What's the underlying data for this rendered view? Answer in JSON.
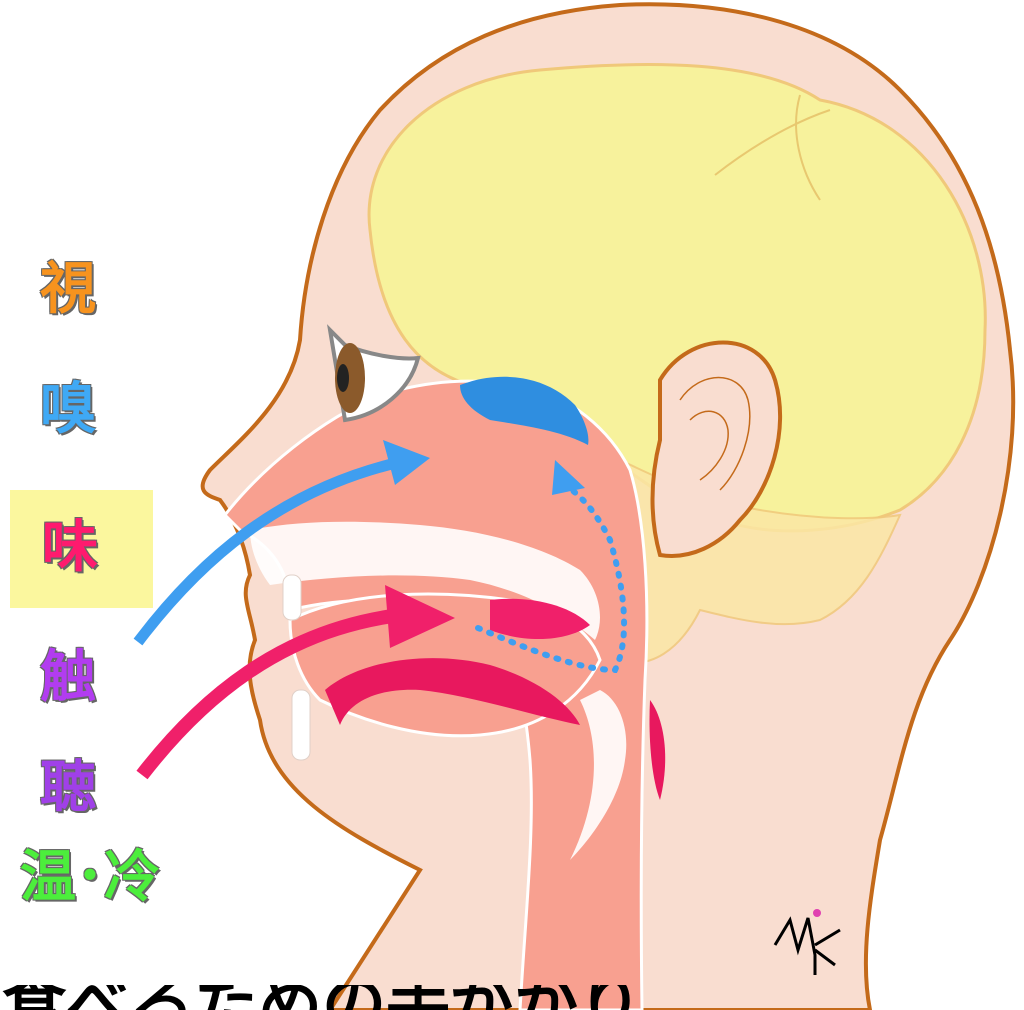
{
  "senses": [
    {
      "key": "vision",
      "label": "視",
      "color": "#f7931e"
    },
    {
      "key": "smell",
      "label": "嗅",
      "color": "#3fa9f5"
    },
    {
      "key": "taste",
      "label": "味",
      "color": "#ff1a6e",
      "highlight": "#fbf79e"
    },
    {
      "key": "touch",
      "label": "触",
      "color": "#b23cf0"
    },
    {
      "key": "hearing",
      "label": "聴",
      "color": "#a040e8"
    },
    {
      "key": "temperature",
      "label": "温･冷",
      "color": "#4cee3c"
    }
  ],
  "caption": "食べるための手がかり",
  "signature": "Mk",
  "colors": {
    "skin": "#f9ddd0",
    "outline": "#c46a1a",
    "brain": "#f7f29c",
    "airway": "#f8a090",
    "olfactory": "#2f8ee0",
    "mouth_arrow": "#f0206a",
    "nose_arrow": "#3f9ef0"
  },
  "icons": {
    "eye": "eye-icon",
    "ear": "ear-icon",
    "brain": "brain-icon",
    "nose_arrow": "arrow-right-icon",
    "mouth_arrow": "arrow-right-icon"
  }
}
